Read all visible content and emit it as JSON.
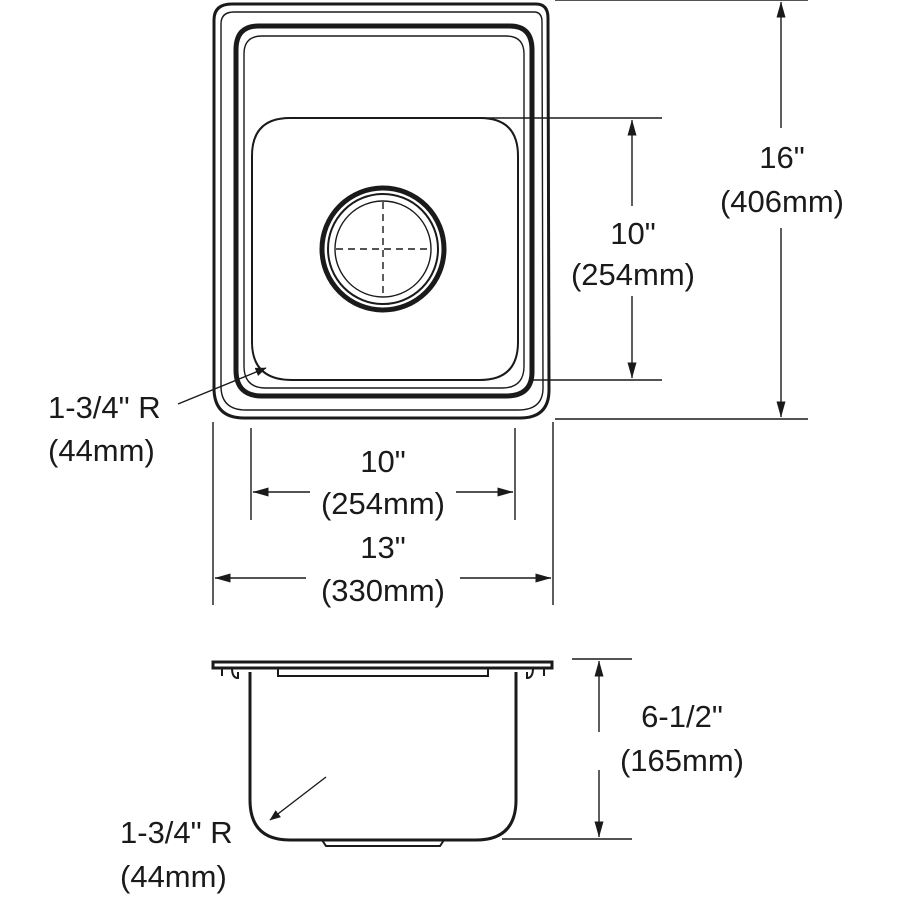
{
  "drawing": {
    "top_view": {
      "overall_length": {
        "imperial": "16\"",
        "metric": "(406mm)"
      },
      "bowl_length": {
        "imperial": "10\"",
        "metric": "(254mm)"
      },
      "bowl_width": {
        "imperial": "10\"",
        "metric": "(254mm)"
      },
      "overall_width": {
        "imperial": "13\"",
        "metric": "(330mm)"
      },
      "corner_radius": {
        "imperial": "1-3/4\" R",
        "metric": "(44mm)"
      }
    },
    "side_view": {
      "depth": {
        "imperial": "6-1/2\"",
        "metric": "(165mm)"
      },
      "bottom_radius": {
        "imperial": "1-3/4\" R",
        "metric": "(44mm)"
      }
    }
  },
  "icons": [
    "drain-icon",
    "dimension-arrow-icon"
  ],
  "colors": {
    "line": "#1a1a1a",
    "background": "#ffffff"
  }
}
